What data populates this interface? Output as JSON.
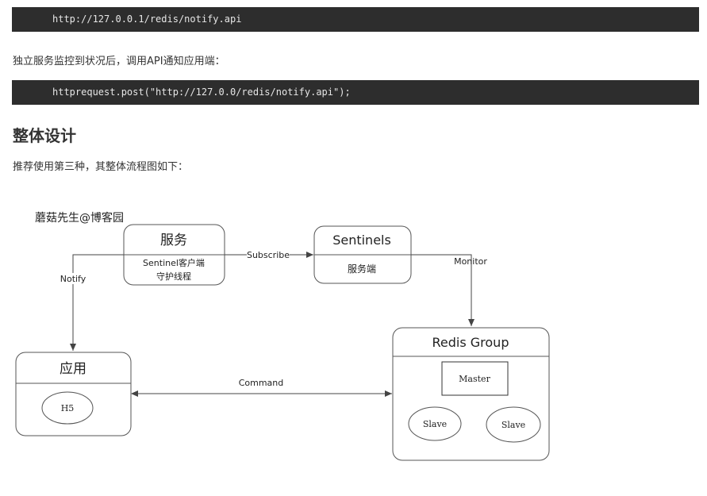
{
  "code_top": "http://127.0.0.1/redis/notify.api",
  "para1": "独立服务监控到状况后，调用API通知应用端：",
  "code_bottom": "httprequest.post(\"http://127.0.0/redis/notify.api\");",
  "heading": "整体设计",
  "para2": "推荐使用第三种，其整体流程图如下：",
  "diagram": {
    "watermark": "蘑菇先生@博客园",
    "service_box": {
      "title": "服务",
      "line1": "Sentinel客户端",
      "line2": "守护线程"
    },
    "sentinels_box": {
      "title": "Sentinels",
      "subtitle": "服务端"
    },
    "app_box": {
      "title": "应用",
      "inner": "H5"
    },
    "redis_box": {
      "title": "Redis Group",
      "master": "Master",
      "slave1": "Slave",
      "slave2": "Slave"
    },
    "edges": {
      "subscribe": "Subscribe",
      "monitor": "Monitor",
      "notify": "Notify",
      "command": "Command"
    }
  }
}
